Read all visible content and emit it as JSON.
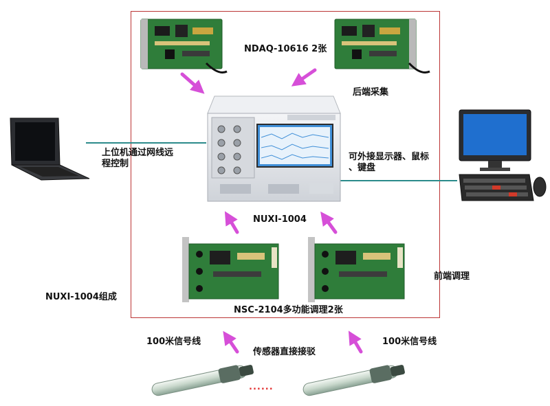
{
  "diagram": {
    "labels": {
      "ndaq": "NDAQ-10616 2张",
      "backend": "后端采集",
      "host_line1": "上位机通过网线远",
      "host_line2": "程控制",
      "peripheral_line1": "可外接显示器、鼠标",
      "peripheral_line2": "、键盘",
      "chassis": "NUXI-1004",
      "frontend": "前端调理",
      "composition": "NUXI-1004组成",
      "nsc": "NSC-2104多功能调理2张",
      "cable_left": "100米信号线",
      "cable_right": "100米信号线",
      "sensor_direct": "传感器直接接驳",
      "ellipsis": "......"
    },
    "colors": {
      "frame": "#b33333",
      "arrow": "#d64fd8",
      "connection_line": "#2a8a8a",
      "pcb_green": "#2f7d3a",
      "chassis_silver": "#e4e6ea",
      "screen_blue": "#3f8fd8",
      "ellipsis_red": "#e23030"
    },
    "icons": [
      "laptop-icon",
      "desktop-monitor-icon",
      "keyboard-icon",
      "mouse-icon",
      "daq-card-icon",
      "conditioning-card-icon",
      "chassis-icon",
      "sensor-probe-icon"
    ]
  }
}
